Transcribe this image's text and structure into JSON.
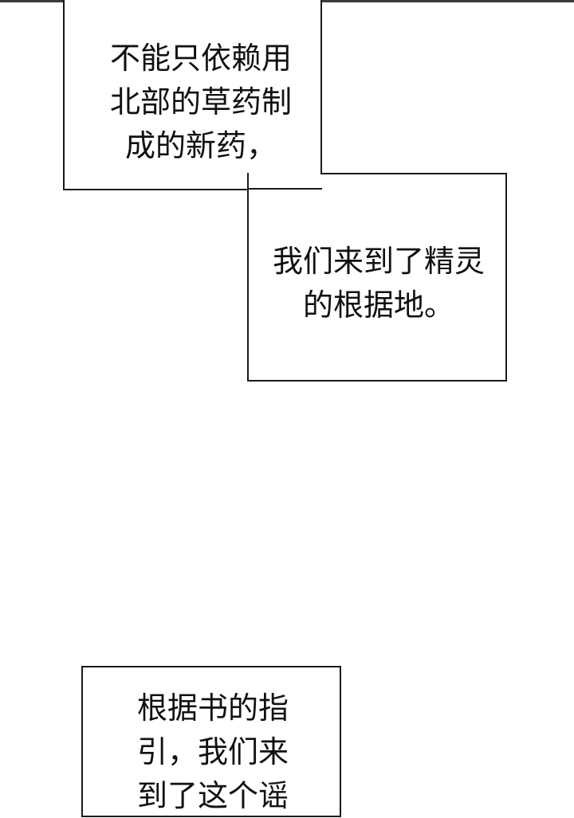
{
  "captions": {
    "box1": "不能只依赖用\n北部的草药制\n成的新药，",
    "box2": "我们来到了精灵\n的根据地。",
    "box3": "根据书的指\n引，我们来\n到了这个谣"
  }
}
